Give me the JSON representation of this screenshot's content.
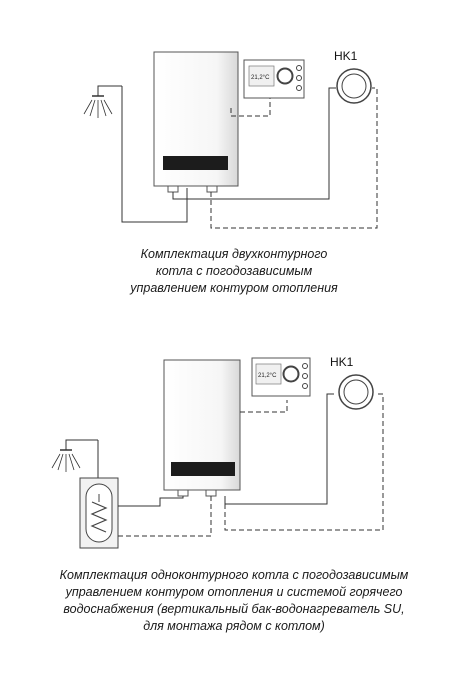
{
  "diagrams": [
    {
      "controller_display": "21,2°C",
      "circuit_label": "HK1",
      "caption": [
        "Комплектация двухконтурного",
        "котла с погодозависимым",
        "управлением контуром отопления"
      ]
    },
    {
      "controller_display": "21,2°C",
      "circuit_label": "HK1",
      "caption": [
        "Комплектация одноконтурного котла с погодозависимым",
        "управлением контуром отопления и системой горячего",
        "водоснабжения (вертикальный бак-водонагреватель SU,",
        "для монтажа рядом с котлом)"
      ]
    }
  ],
  "colors": {
    "line": "#333333",
    "boiler_fill": "#f4f4f4",
    "display_bar": "#1c1c1c"
  }
}
